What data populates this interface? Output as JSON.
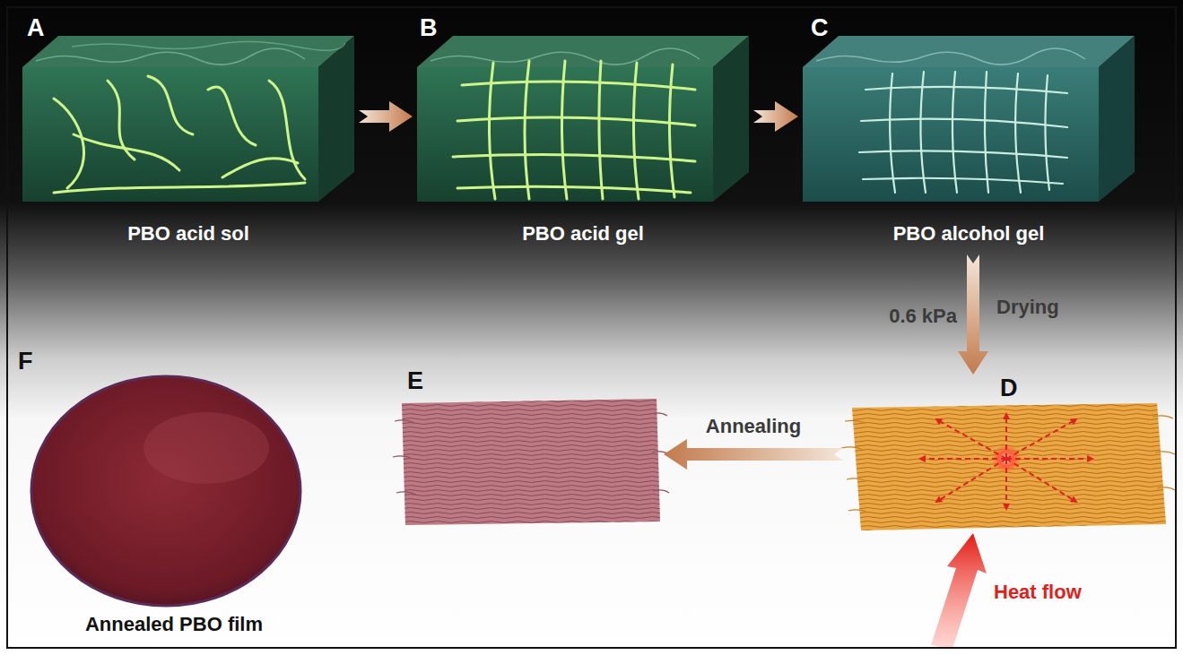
{
  "diagram": {
    "nodes": [
      {
        "text": [
          "A",
          "PBO acid sol"
        ]
      },
      {
        "text": [
          "B",
          "PBO acid gel"
        ]
      },
      {
        "text": [
          "C",
          "PBO alcohol gel"
        ]
      },
      {
        "text": [
          "D"
        ]
      },
      {
        "text": [
          "E"
        ]
      },
      {
        "text": [
          "F",
          "Annealed PBO film"
        ]
      }
    ],
    "edges": [
      {
        "from": 0,
        "to": 1,
        "arrow": "to"
      },
      {
        "from": 1,
        "to": 2,
        "arrow": "to"
      },
      {
        "from": 2,
        "to": 3,
        "arrow": "to",
        "label": "Drying"
      },
      {
        "from": 3,
        "to": 4,
        "arrow": "to",
        "label": "Annealing"
      }
    ],
    "labels": [
      "0.6 kPa",
      "Heat flow"
    ]
  }
}
